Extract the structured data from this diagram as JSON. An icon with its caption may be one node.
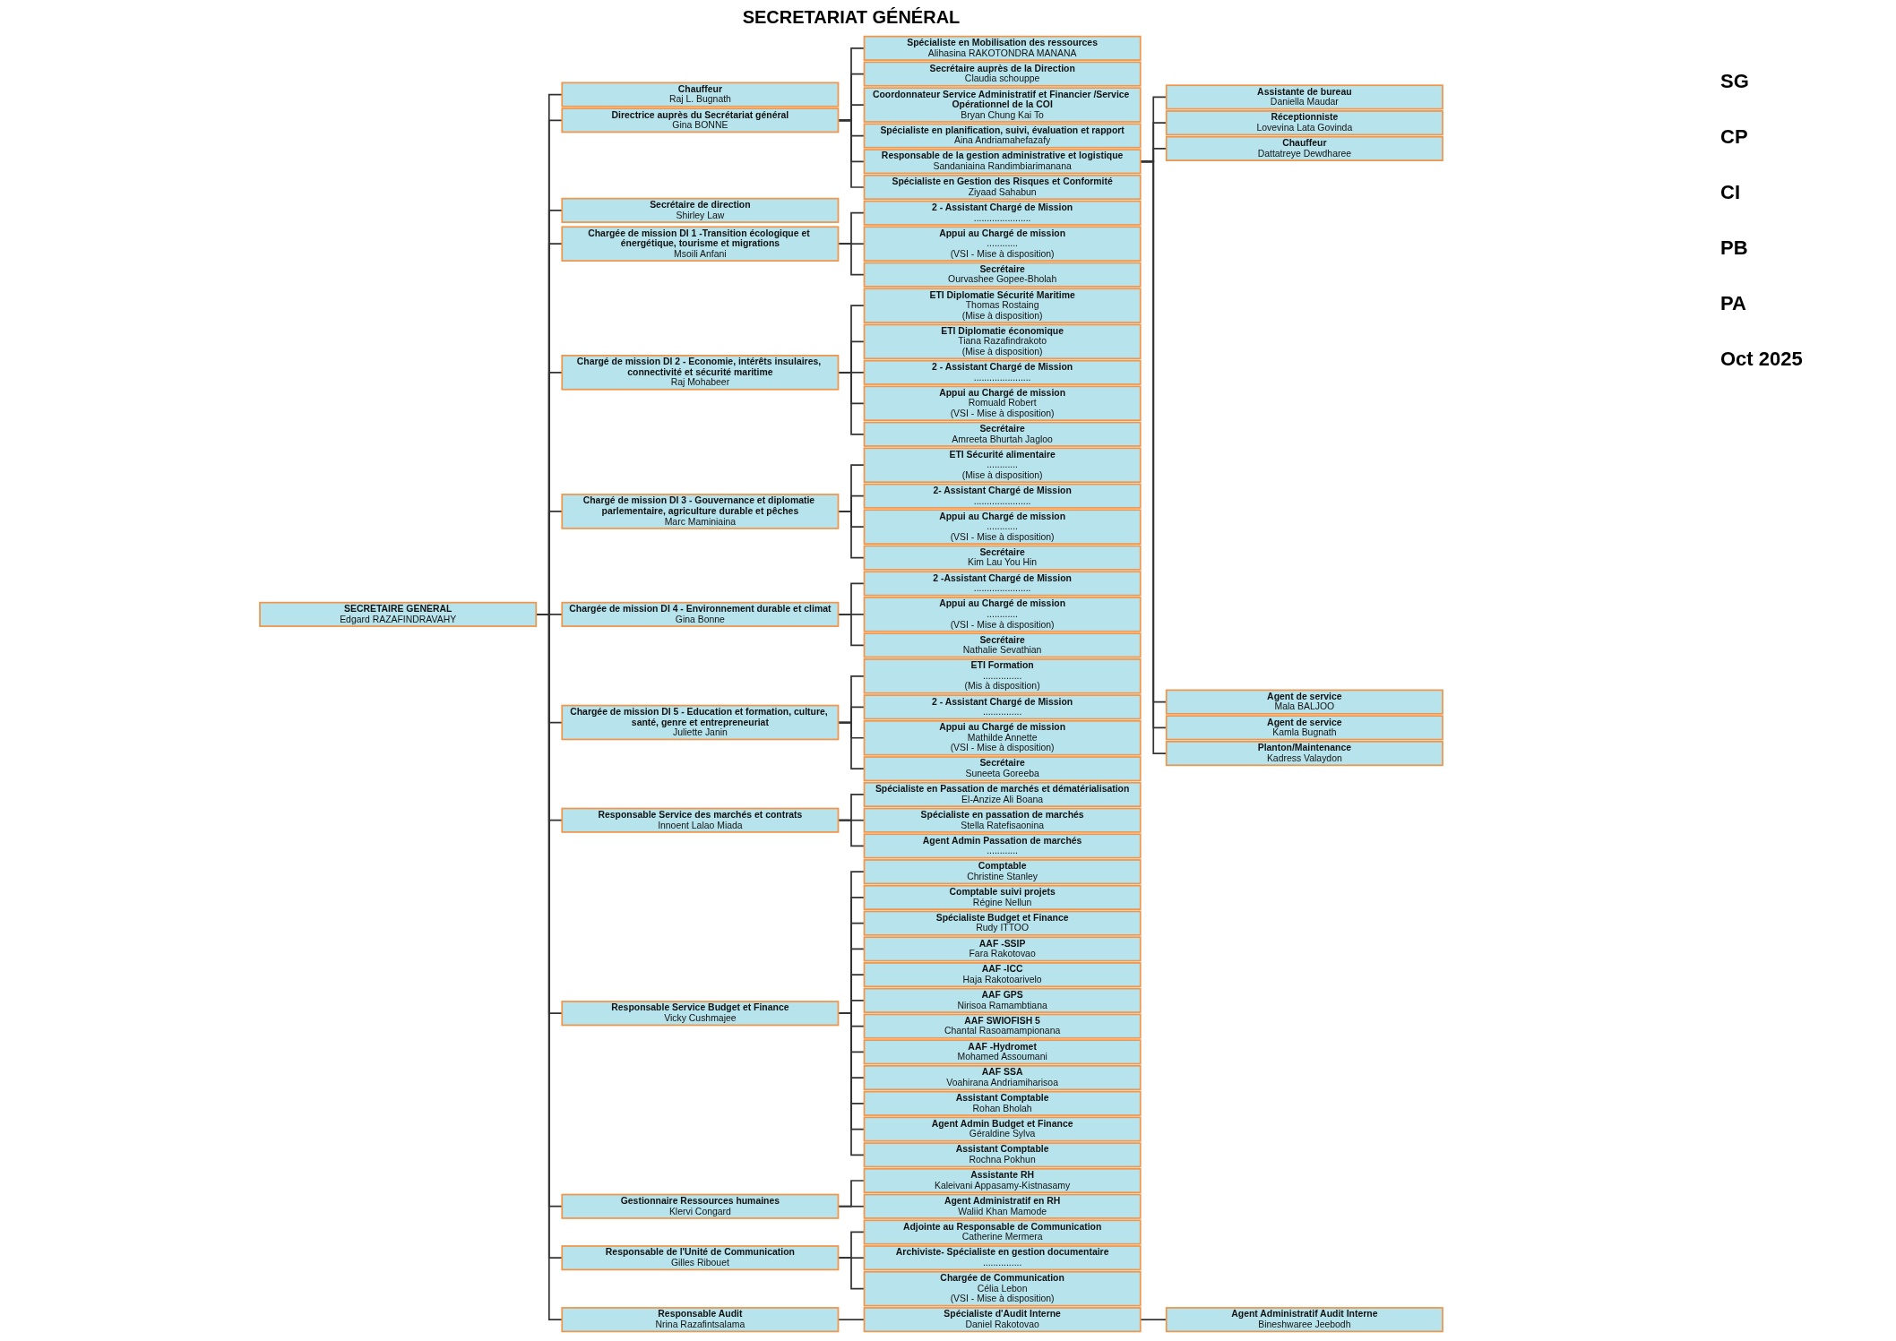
{
  "diagram": {
    "title": "SECRETARIAT GÉNÉRAL",
    "nodes": [
      {
        "text": [
          "SECRÉTAIRE GÉNÉRAL",
          "Edgard RAZAFINDRAVAHY"
        ]
      },
      {
        "text": [
          "Directrice auprès du Secrétariat général",
          "Gina BONNE"
        ]
      },
      {
        "text": [
          "Chargée de mission DI 1 -Transition écologique et énergétique, tourisme et migrations",
          "Msoili Anfani"
        ]
      },
      {
        "text": [
          "Chargé de mission DI 2 - Economie, intérêts insulaires, connectivité et sécurité maritime",
          "Raj Mohabeer"
        ]
      },
      {
        "text": [
          "Chargé de mission DI 3 - Gouvernance et diplomatie parlementaire, agriculture durable et pêches",
          "Marc Maminiaina"
        ]
      },
      {
        "text": [
          "Chargée de mission DI 4 - Environnement durable et climat",
          "Gina Bonne"
        ]
      },
      {
        "text": [
          "Chargée de mission DI 5 - Education et formation, culture, santé, genre et entrepreneuriat",
          "Juliette Janin"
        ]
      },
      {
        "text": [
          "Responsable Service des marchés et contrats",
          "Innoent Lalao Miada"
        ]
      },
      {
        "text": [
          "Responsable Service Budget et Finance",
          "Vicky Cushmajee"
        ]
      },
      {
        "text": [
          "Gestionnaire Ressources humaines",
          "Klervi Congard"
        ]
      },
      {
        "text": [
          "Responsable de l'Unité de Communication",
          "Gilles Ribouet"
        ]
      },
      {
        "text": [
          "Responsable Audit",
          "Nrina Razafintsalama"
        ]
      },
      {
        "text": [
          "Secrétaire de direction",
          "Shirley Law"
        ]
      },
      {
        "text": [
          "Chauffeur",
          "Raj L. Bugnath"
        ]
      },
      {
        "text": [
          "Spécialiste en Mobilisation des ressources",
          "Alihasina RAKOTONDRA MANANA"
        ]
      },
      {
        "text": [
          "Coordonnateur Service Administratif et Financier /Service Opérationnel de la COI",
          "Bryan Chung Kai To"
        ]
      },
      {
        "text": [
          "Spécialiste en planification, suivi, évaluation et rapport",
          "Aina Andriamahefazafy"
        ]
      },
      {
        "text": [
          "Responsable de la gestion administrative et logistique",
          "Sandaniaina Randimbiarimanana"
        ]
      },
      {
        "text": [
          "Spécialiste en Gestion des Risques et Conformité",
          "Ziyaad Sahabun"
        ]
      },
      {
        "text": [
          "Secrétaire auprès de la Direction",
          "Claudia schouppe"
        ]
      },
      {
        "text": [
          "2 - Assistant Chargé de Mission",
          "......................"
        ]
      },
      {
        "text": [
          "Appui au Chargé de mission",
          "............",
          "(VSI - Mise à disposition)"
        ]
      },
      {
        "text": [
          "Secrétaire",
          "Ourvashee Gopee-Bholah"
        ]
      },
      {
        "text": [
          "ETI Diplomatie Sécurité Maritime",
          "Thomas Rostaing",
          "(Mise à disposition)"
        ]
      },
      {
        "text": [
          "ETI Diplomatie économique",
          "Tiana Razafindrakoto",
          "(Mise à disposition)"
        ]
      },
      {
        "text": [
          "2 - Assistant Chargé de Mission",
          "......................"
        ]
      },
      {
        "text": [
          "Appui au Chargé de mission",
          "Romuald Robert",
          "(VSI - Mise à disposition)"
        ]
      },
      {
        "text": [
          "Secrétaire",
          "Amreeta Bhurtah Jagloo"
        ]
      },
      {
        "text": [
          "ETI Sécurité alimentaire",
          "............",
          "(Mise à disposition)"
        ]
      },
      {
        "text": [
          "2- Assistant Chargé de Mission",
          "......................"
        ]
      },
      {
        "text": [
          "Appui au Chargé de mission",
          "............",
          "(VSI - Mise à disposition)"
        ]
      },
      {
        "text": [
          "Secrétaire",
          "Kim Lau You Hin"
        ]
      },
      {
        "text": [
          "2 -Assistant Chargé de Mission",
          "......................"
        ]
      },
      {
        "text": [
          "Appui au Chargé de mission",
          "............",
          "(VSI - Mise à disposition)"
        ]
      },
      {
        "text": [
          "Secrétaire",
          "Nathalie Sevathian"
        ]
      },
      {
        "text": [
          "ETI Formation",
          "...............",
          "(Mis à disposition)"
        ]
      },
      {
        "text": [
          "2 - Assistant Chargé de Mission",
          "..............."
        ]
      },
      {
        "text": [
          "Appui au Chargé de mission",
          "Mathilde Annette",
          "(VSI - Mise à disposition)"
        ]
      },
      {
        "text": [
          "Secrétaire",
          "Suneeta Goreeba"
        ]
      },
      {
        "text": [
          "Spécialiste en Passation de marchés et dématérialisation",
          "El-Anzize Ali Boana"
        ]
      },
      {
        "text": [
          "Spécialiste en passation de marchés",
          "Stella Ratefisaonina"
        ]
      },
      {
        "text": [
          "Agent Admin Passation de marchés",
          "............"
        ]
      },
      {
        "text": [
          "Comptable",
          "Christine Stanley"
        ]
      },
      {
        "text": [
          "Comptable suivi projets",
          "Régine Nellun"
        ]
      },
      {
        "text": [
          "Spécialiste Budget et Finance",
          "Rudy ITTOO"
        ]
      },
      {
        "text": [
          "AAF -SSIP",
          "Fara Rakotovao"
        ]
      },
      {
        "text": [
          "AAF -ICC",
          "Haja Rakotoarivelo"
        ]
      },
      {
        "text": [
          "AAF GPS",
          "Nirisoa Ramambtiana"
        ]
      },
      {
        "text": [
          "AAF SWIOFISH 5",
          "Chantal Rasoamampionana"
        ]
      },
      {
        "text": [
          "AAF -Hydromet",
          "Mohamed Assoumani"
        ]
      },
      {
        "text": [
          "AAF SSA",
          "Voahirana Andriamiharisoa"
        ]
      },
      {
        "text": [
          "Assistant Comptable",
          "Rohan Bholah"
        ]
      },
      {
        "text": [
          "Agent Admin Budget et Finance",
          "Géraldine Sylva"
        ]
      },
      {
        "text": [
          "Assistant Comptable",
          "Rochna Pokhun"
        ]
      },
      {
        "text": [
          "Assistante RH",
          "Kaleivani Appasamy-Kistnasamy"
        ]
      },
      {
        "text": [
          "Agent Administratif en RH",
          "Waliid Khan Mamode"
        ]
      },
      {
        "text": [
          "Adjointe au Responsable de Communication",
          "Catherine Mermera"
        ]
      },
      {
        "text": [
          "Archiviste- Spécialiste en gestion documentaire",
          "..............."
        ]
      },
      {
        "text": [
          "Chargée de Communication",
          "Célia Lebon",
          "(VSI - Mise à disposition)"
        ]
      },
      {
        "text": [
          "Spécialiste d'Audit Interne",
          "Daniel Rakotovao"
        ]
      },
      {
        "text": [
          "Agent Administratif Audit Interne",
          "Bineshwaree Jeebodh"
        ]
      },
      {
        "text": [
          "Assistante de bureau",
          "Daniella Maudar"
        ]
      },
      {
        "text": [
          "Réceptionniste",
          "Lovevina Lata Govinda"
        ]
      },
      {
        "text": [
          "Chauffeur",
          "Dattatreye Dewdharee"
        ]
      },
      {
        "text": [
          "Agent de service",
          "Mala BALJOO"
        ]
      },
      {
        "text": [
          "Agent de service",
          "Kamla Bugnath"
        ]
      },
      {
        "text": [
          "Planton/Maintenance",
          "Kadress Valaydon"
        ]
      }
    ],
    "edges": [
      {
        "from": 0,
        "to": 13,
        "arrow": "none"
      },
      {
        "from": 0,
        "to": 1,
        "arrow": "none"
      },
      {
        "from": 0,
        "to": 12,
        "arrow": "none"
      },
      {
        "from": 0,
        "to": 2,
        "arrow": "none"
      },
      {
        "from": 0,
        "to": 3,
        "arrow": "none"
      },
      {
        "from": 0,
        "to": 4,
        "arrow": "none"
      },
      {
        "from": 0,
        "to": 5,
        "arrow": "none"
      },
      {
        "from": 0,
        "to": 6,
        "arrow": "none"
      },
      {
        "from": 0,
        "to": 7,
        "arrow": "none"
      },
      {
        "from": 0,
        "to": 8,
        "arrow": "none"
      },
      {
        "from": 0,
        "to": 9,
        "arrow": "none"
      },
      {
        "from": 0,
        "to": 10,
        "arrow": "none"
      },
      {
        "from": 0,
        "to": 11,
        "arrow": "none"
      },
      {
        "from": 1,
        "to": 14,
        "arrow": "none"
      },
      {
        "from": 1,
        "to": 19,
        "arrow": "none"
      },
      {
        "from": 1,
        "to": 15,
        "arrow": "none"
      },
      {
        "from": 1,
        "to": 16,
        "arrow": "none"
      },
      {
        "from": 1,
        "to": 17,
        "arrow": "none"
      },
      {
        "from": 1,
        "to": 18,
        "arrow": "none"
      },
      {
        "from": 2,
        "to": 20,
        "arrow": "none"
      },
      {
        "from": 2,
        "to": 21,
        "arrow": "none"
      },
      {
        "from": 2,
        "to": 22,
        "arrow": "none"
      },
      {
        "from": 3,
        "to": 23,
        "arrow": "none"
      },
      {
        "from": 3,
        "to": 24,
        "arrow": "none"
      },
      {
        "from": 3,
        "to": 25,
        "arrow": "none"
      },
      {
        "from": 3,
        "to": 26,
        "arrow": "none"
      },
      {
        "from": 3,
        "to": 27,
        "arrow": "none"
      },
      {
        "from": 4,
        "to": 28,
        "arrow": "none"
      },
      {
        "from": 4,
        "to": 29,
        "arrow": "none"
      },
      {
        "from": 4,
        "to": 30,
        "arrow": "none"
      },
      {
        "from": 4,
        "to": 31,
        "arrow": "none"
      },
      {
        "from": 5,
        "to": 32,
        "arrow": "none"
      },
      {
        "from": 5,
        "to": 33,
        "arrow": "none"
      },
      {
        "from": 5,
        "to": 34,
        "arrow": "none"
      },
      {
        "from": 6,
        "to": 35,
        "arrow": "none"
      },
      {
        "from": 6,
        "to": 36,
        "arrow": "none"
      },
      {
        "from": 6,
        "to": 37,
        "arrow": "none"
      },
      {
        "from": 6,
        "to": 38,
        "arrow": "none"
      },
      {
        "from": 7,
        "to": 39,
        "arrow": "none"
      },
      {
        "from": 7,
        "to": 40,
        "arrow": "none"
      },
      {
        "from": 7,
        "to": 41,
        "arrow": "none"
      },
      {
        "from": 8,
        "to": 42,
        "arrow": "none"
      },
      {
        "from": 8,
        "to": 43,
        "arrow": "none"
      },
      {
        "from": 8,
        "to": 44,
        "arrow": "none"
      },
      {
        "from": 8,
        "to": 45,
        "arrow": "none"
      },
      {
        "from": 8,
        "to": 46,
        "arrow": "none"
      },
      {
        "from": 8,
        "to": 47,
        "arrow": "none"
      },
      {
        "from": 8,
        "to": 48,
        "arrow": "none"
      },
      {
        "from": 8,
        "to": 49,
        "arrow": "none"
      },
      {
        "from": 8,
        "to": 50,
        "arrow": "none"
      },
      {
        "from": 8,
        "to": 51,
        "arrow": "none"
      },
      {
        "from": 8,
        "to": 52,
        "arrow": "none"
      },
      {
        "from": 8,
        "to": 53,
        "arrow": "none"
      },
      {
        "from": 9,
        "to": 54,
        "arrow": "none"
      },
      {
        "from": 9,
        "to": 55,
        "arrow": "none"
      },
      {
        "from": 10,
        "to": 56,
        "arrow": "none"
      },
      {
        "from": 10,
        "to": 57,
        "arrow": "none"
      },
      {
        "from": 10,
        "to": 58,
        "arrow": "none"
      },
      {
        "from": 11,
        "to": 59,
        "arrow": "none"
      },
      {
        "from": 59,
        "to": 60,
        "arrow": "none"
      },
      {
        "from": 17,
        "to": 61,
        "arrow": "none"
      },
      {
        "from": 17,
        "to": 62,
        "arrow": "none"
      },
      {
        "from": 17,
        "to": 63,
        "arrow": "none"
      },
      {
        "from": 17,
        "to": 64,
        "arrow": "none"
      },
      {
        "from": 17,
        "to": 65,
        "arrow": "none"
      },
      {
        "from": 17,
        "to": 66,
        "arrow": "none"
      }
    ],
    "labels": [
      "SG",
      "CP",
      "CI",
      "PB",
      "PA",
      "Oct 2025"
    ]
  }
}
